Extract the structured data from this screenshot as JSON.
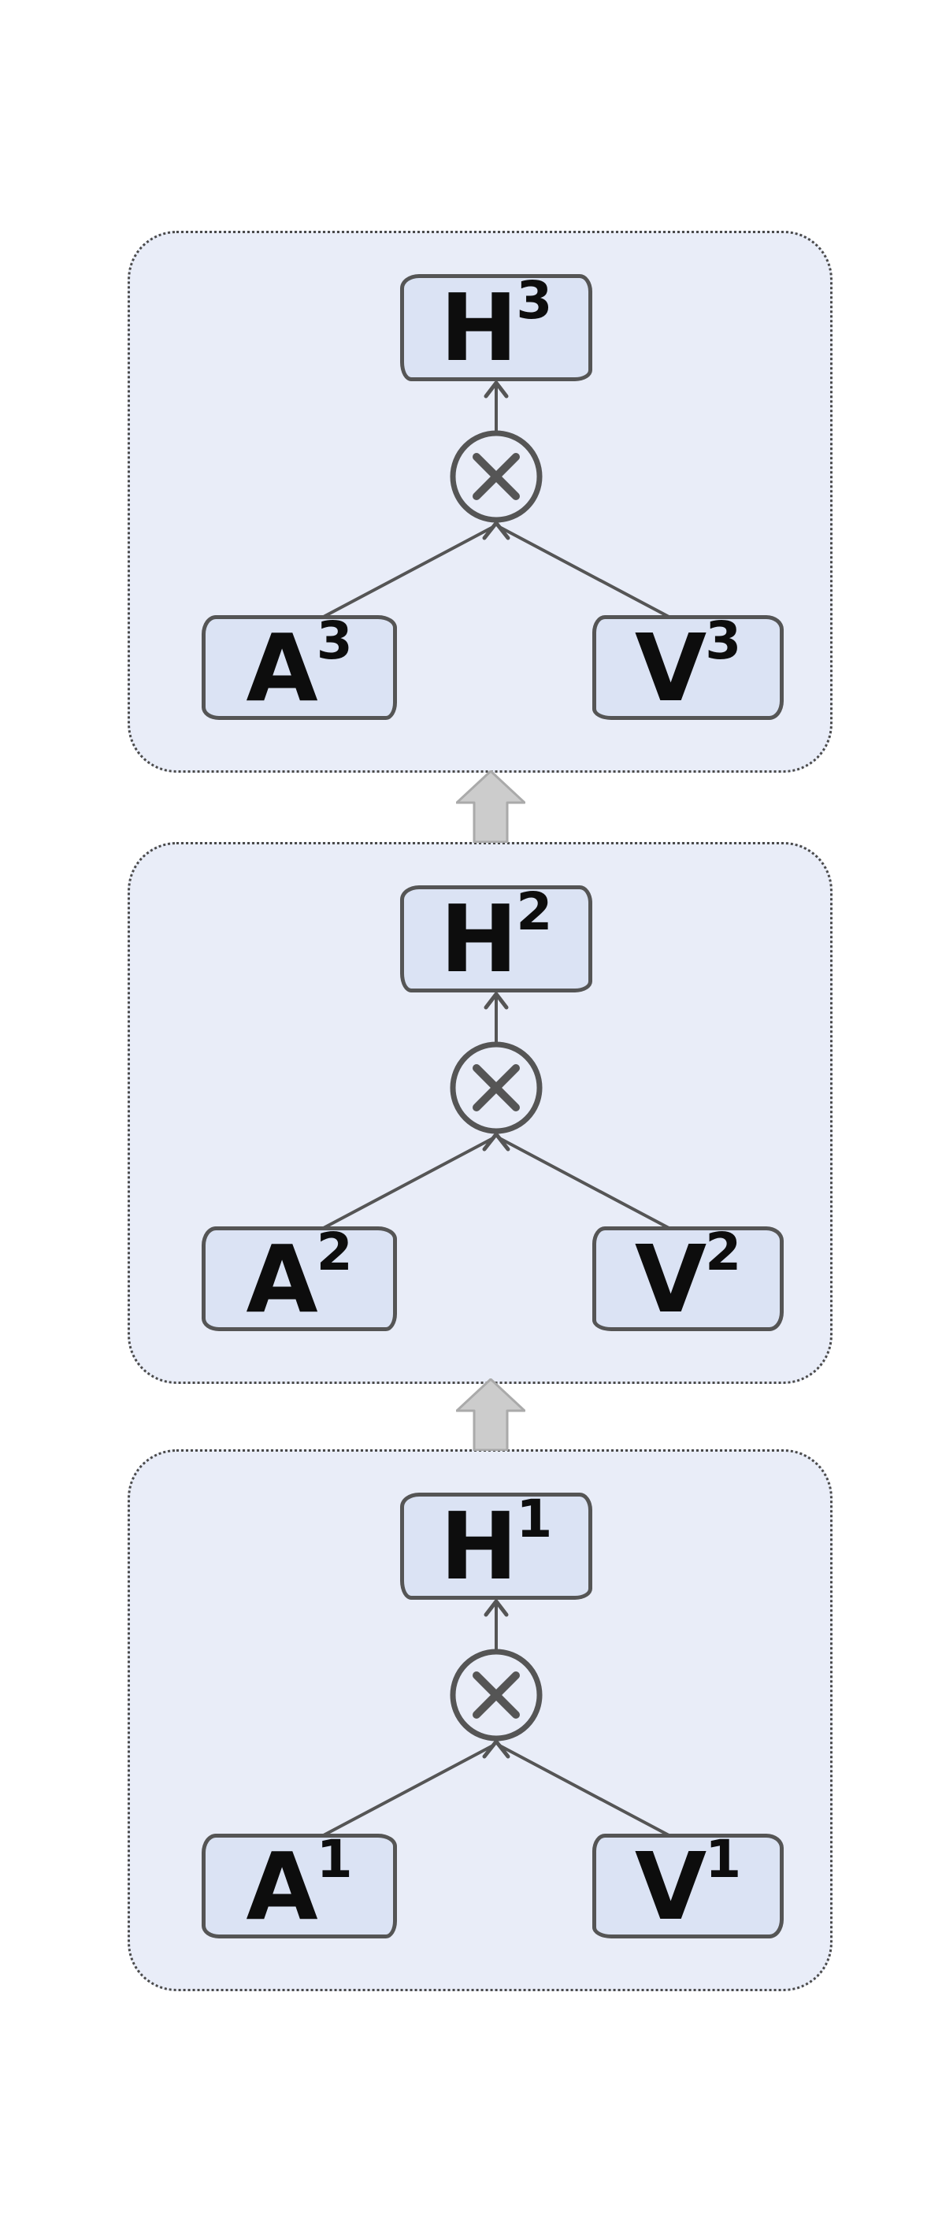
{
  "diagram": {
    "description": "Three stacked recurrent blocks; in each block A and V feed a multiply operator that produces H; each block feeds upward into the block above",
    "colors": {
      "page_background": "#ffffff",
      "container_fill": "#e9edf8",
      "container_border": "#4a4a4a",
      "node_fill": "#dbe3f4",
      "node_border": "#555555",
      "connector": "#555555",
      "text": "#0d0d0d",
      "flow_arrow_fill": "#cccccc",
      "flow_arrow_border": "#aaaaaa"
    },
    "layers": [
      {
        "name": "block-3",
        "h_letter": "H",
        "h_sup": "3",
        "a_letter": "A",
        "a_sup": "3",
        "v_letter": "V",
        "v_sup": "3",
        "operator": "⊗"
      },
      {
        "name": "block-2",
        "h_letter": "H",
        "h_sup": "2",
        "a_letter": "A",
        "a_sup": "2",
        "v_letter": "V",
        "v_sup": "2",
        "operator": "⊗"
      },
      {
        "name": "block-1",
        "h_letter": "H",
        "h_sup": "1",
        "a_letter": "A",
        "a_sup": "1",
        "v_letter": "V",
        "v_sup": "1",
        "operator": "⊗"
      }
    ],
    "flow_arrows": [
      {
        "name": "flow-block2-to-block3",
        "direction": "up"
      },
      {
        "name": "flow-block1-to-block2",
        "direction": "up"
      }
    ]
  }
}
